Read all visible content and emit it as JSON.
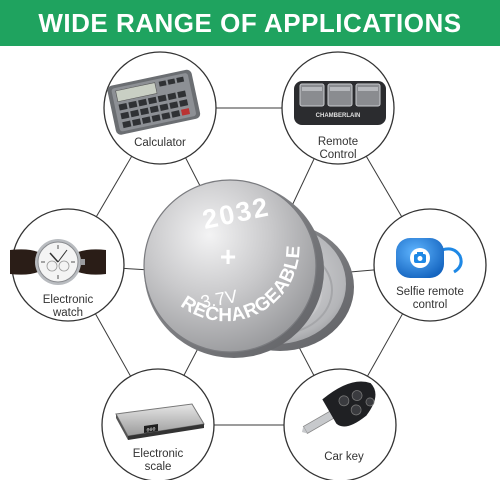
{
  "banner": {
    "title": "WIDE RANGE OF APPLICATIONS",
    "color": "#1fa35f",
    "text_color": "#ffffff"
  },
  "battery": {
    "model": "2032",
    "polarity": "+",
    "voltage": "3.7V",
    "type": "RECHARGEABLE",
    "color": "#c8c8ca"
  },
  "applications": [
    {
      "name": "calculator",
      "icon": "calculator-icon",
      "lines": [
        "Calculator"
      ]
    },
    {
      "name": "remote-control",
      "icon": "garage-remote-icon",
      "lines": [
        "Remote",
        "Control"
      ],
      "device_brand": "CHAMBERLAIN"
    },
    {
      "name": "electronic-watch",
      "icon": "wristwatch-icon",
      "lines": [
        "Electronic",
        "watch"
      ]
    },
    {
      "name": "selfie-remote",
      "icon": "selfie-remote-icon",
      "lines": [
        "Selfie remote",
        "control"
      ],
      "color": "#1e88e5"
    },
    {
      "name": "electronic-scale",
      "icon": "kitchen-scale-icon",
      "lines": [
        "Electronic",
        "scale"
      ]
    },
    {
      "name": "car-key",
      "icon": "car-key-icon",
      "lines": [
        "Car key"
      ]
    }
  ],
  "colors": {
    "outline": "#333333",
    "label": "#333333"
  }
}
